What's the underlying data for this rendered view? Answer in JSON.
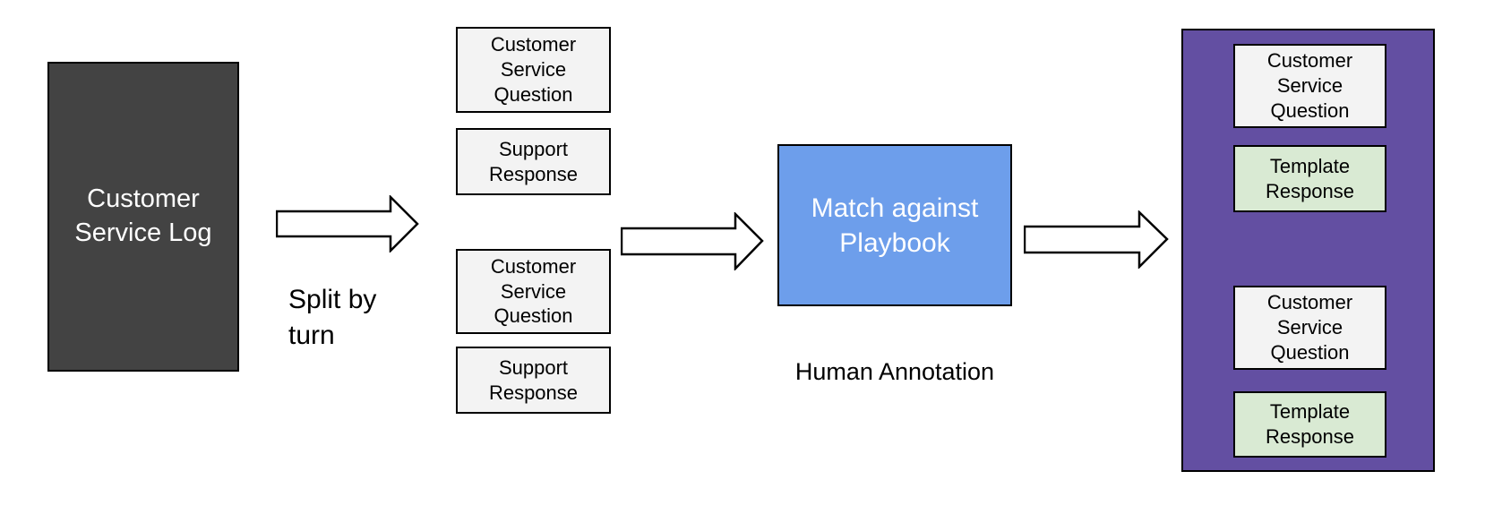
{
  "diagram": {
    "title": "customer-service-playbook-pipeline",
    "source": {
      "label": "Customer Service Log",
      "color": "#434343",
      "text_color": "#ffffff"
    },
    "split_label": "Split by turn",
    "turns": [
      {
        "label": "Customer Service Question"
      },
      {
        "label": "Support Response"
      },
      {
        "label": "Customer Service Question"
      },
      {
        "label": "Support Response"
      }
    ],
    "process": {
      "label": "Match against Playbook",
      "caption": "Human Annotation",
      "color": "#6d9eeb",
      "text_color": "#ffffff"
    },
    "outputs": {
      "panel_color": "#634fa2",
      "items": [
        {
          "label": "Customer Service Question",
          "type": "question",
          "color": "#f3f3f3"
        },
        {
          "label": "Template Response",
          "type": "template",
          "color": "#d9ead3"
        },
        {
          "label": "Customer Service Question",
          "type": "question",
          "color": "#f3f3f3"
        },
        {
          "label": "Template Response",
          "type": "template",
          "color": "#d9ead3"
        }
      ]
    },
    "colors": {
      "background": "#ffffff",
      "light_gray_box": "#f3f3f3",
      "dark_gray_box": "#434343",
      "blue_box": "#6d9eeb",
      "purple_panel": "#634fa2",
      "green_box": "#d9ead3",
      "border": "#000000",
      "arrow_fill": "#ffffff"
    }
  }
}
